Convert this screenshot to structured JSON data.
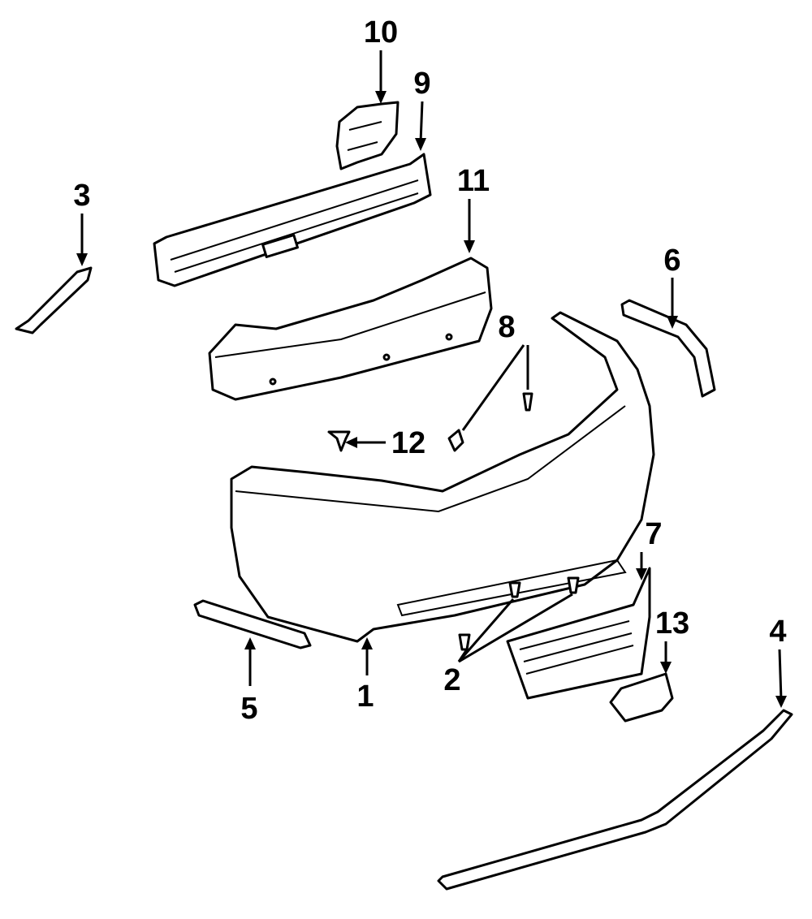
{
  "diagram": {
    "callouts": {
      "c1": "1",
      "c2": "2",
      "c3": "3",
      "c4": "4",
      "c5": "5",
      "c6": "6",
      "c7": "7",
      "c8": "8",
      "c9": "9",
      "c10": "10",
      "c11": "11",
      "c12": "12",
      "c13": "13"
    },
    "line_color": "#000000",
    "background": "#ffffff"
  }
}
